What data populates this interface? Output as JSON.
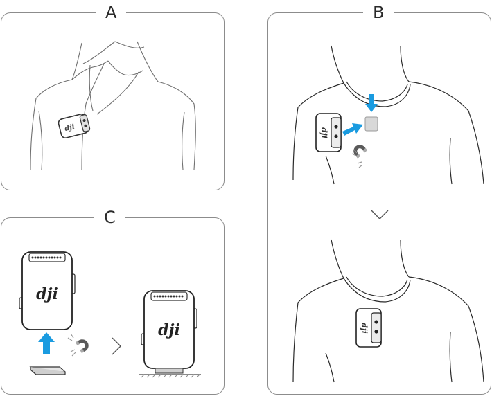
{
  "panels": {
    "a": {
      "label": "A"
    },
    "b": {
      "label": "B"
    },
    "c": {
      "label": "C"
    }
  },
  "device_logo": "dji",
  "icons": [
    "magnet-icon",
    "arrow-up-icon",
    "arrow-right-icon",
    "arrow-down-icon",
    "chevron-down-icon",
    "chevron-right-icon"
  ],
  "colors": {
    "arrow": "#1a9be0",
    "line": "#555555",
    "device_fill": "#ffffff",
    "clip": "#d9d9d9"
  }
}
